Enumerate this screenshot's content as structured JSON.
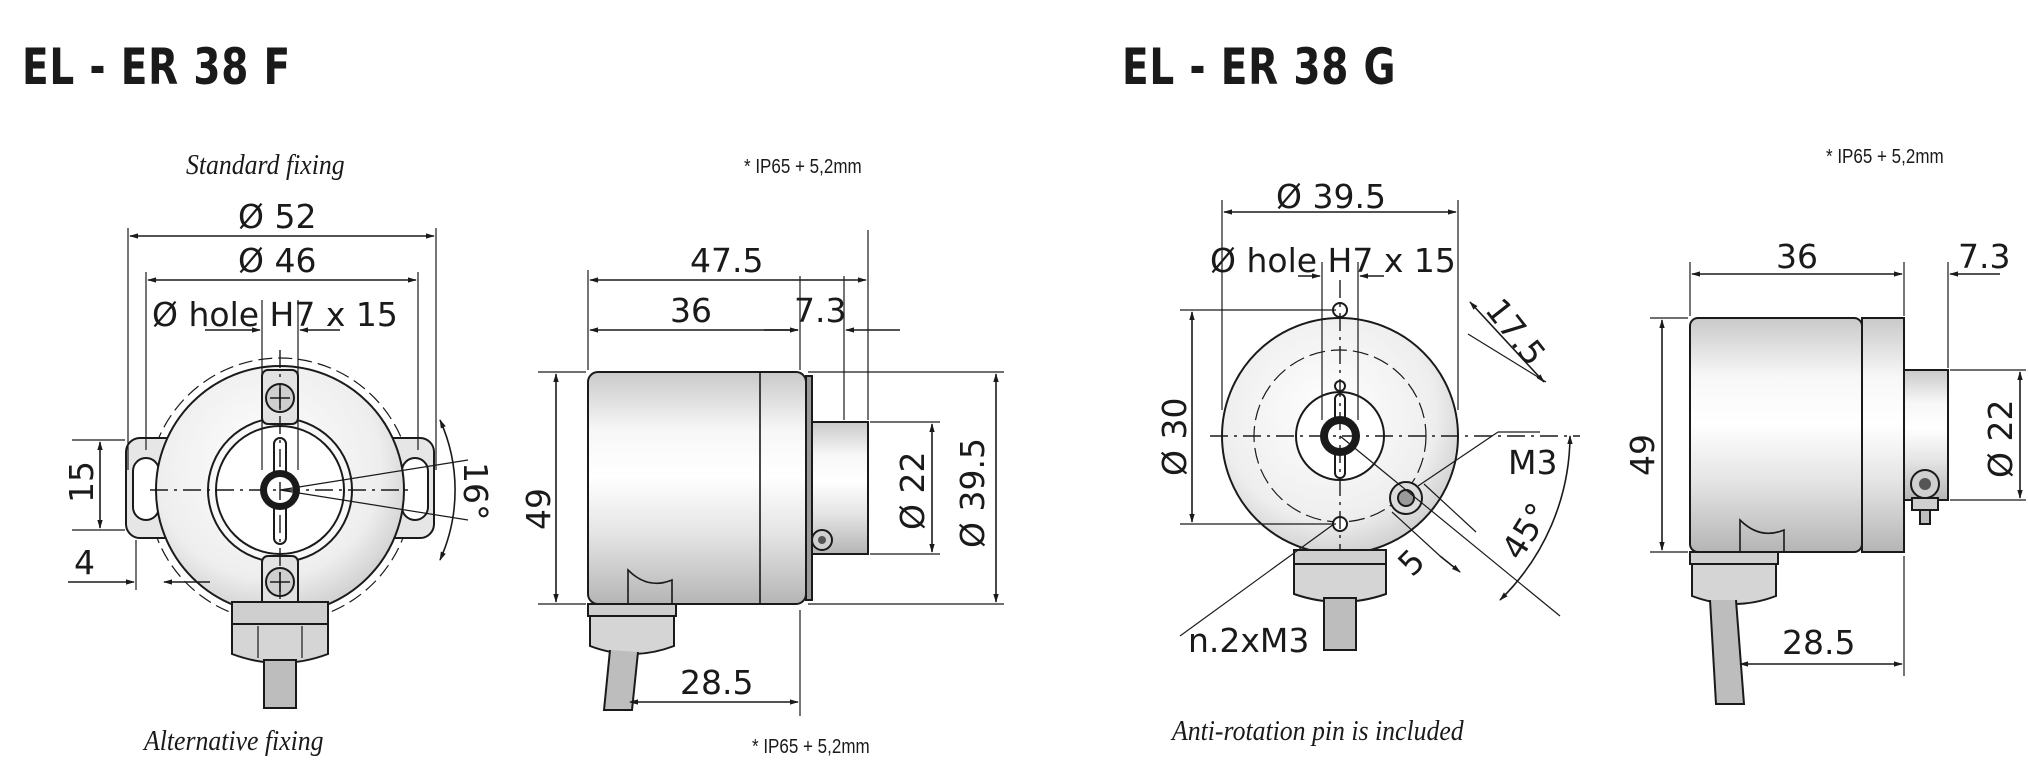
{
  "models": [
    {
      "title": "EL - ER 38 F",
      "caption_top": "Standard fixing",
      "caption_bottom": "Alternative fixing",
      "note_top": "* IP65 + 5,2mm",
      "note_bottom": "* IP65 + 5,2mm",
      "front_dims": {
        "d52": "Ø  52",
        "d46": "Ø  46",
        "hole": "Ø hole H7 x 15",
        "h15": "15",
        "w4": "4",
        "angle": "16°"
      },
      "side_dims": {
        "len475": "47.5",
        "len36": "36",
        "len73": "7.3",
        "h49": "49",
        "d22": "Ø 22",
        "d395": "Ø 39.5",
        "len285": "28.5"
      }
    },
    {
      "title": "EL - ER 38 G",
      "caption_bottom": "Anti-rotation pin is included",
      "note_top": "* IP65 + 5,2mm",
      "front_dims": {
        "d395": "Ø  39.5",
        "hole": "Ø hole H7 x 15",
        "d30": "Ø 30",
        "r175": "17.5",
        "m3": "M3",
        "angle": "45°",
        "five": "5",
        "screws": "n.2xM3"
      },
      "side_dims": {
        "len36": "36",
        "len73": "7.3",
        "h49": "49",
        "d22": "Ø 22",
        "len285": "28.5"
      }
    }
  ],
  "colors": {
    "ink": "#1a1a1a",
    "metal_light": "#f4f4f4",
    "metal_mid": "#d9d9d9",
    "metal_dark": "#a8a8a8"
  }
}
